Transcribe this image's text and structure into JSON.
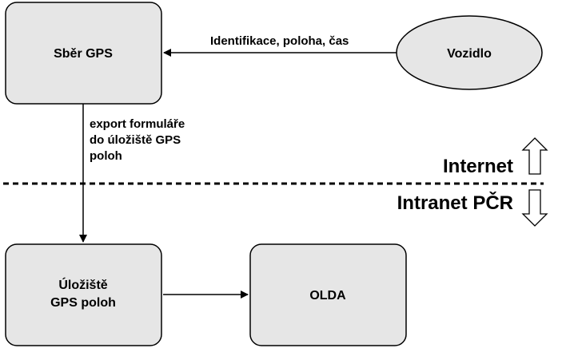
{
  "nodes": {
    "sber_gps": {
      "label": "Sběr GPS"
    },
    "vozidlo": {
      "label": "Vozidlo"
    },
    "uloziste": {
      "label_line1": "Úložiště",
      "label_line2": "GPS poloh"
    },
    "olda": {
      "label": "OLDA"
    }
  },
  "edges": {
    "vozidlo_to_sber": {
      "label": "Identifikace, poloha, čas"
    },
    "sber_to_uloziste": {
      "label_line1": "export formuláře",
      "label_line2": "do úložiště GPS",
      "label_line3": "poloh"
    }
  },
  "zones": {
    "internet": "Internet",
    "intranet": "Intranet PČR"
  },
  "colors": {
    "node_fill": "#e6e6e6",
    "stroke": "#000000"
  }
}
